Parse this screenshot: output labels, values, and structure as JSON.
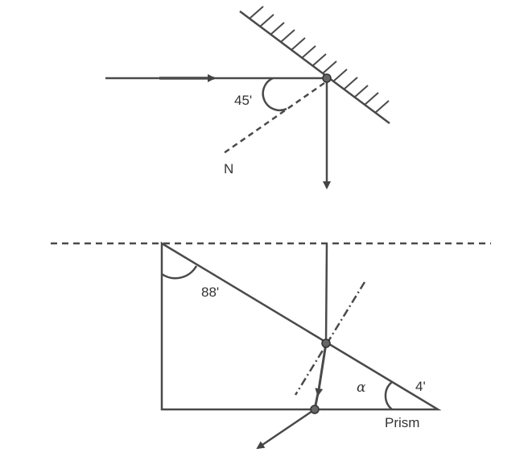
{
  "diagram": {
    "top": {
      "incidence_angle_label": "45'",
      "normal_label": "N"
    },
    "bottom": {
      "apex_angle_label": "88'",
      "base_angle_label": "4'",
      "alpha_label": "α",
      "prism_label": "Prism"
    },
    "colors": {
      "line": "#4a4a4a",
      "point": "#666666"
    }
  }
}
